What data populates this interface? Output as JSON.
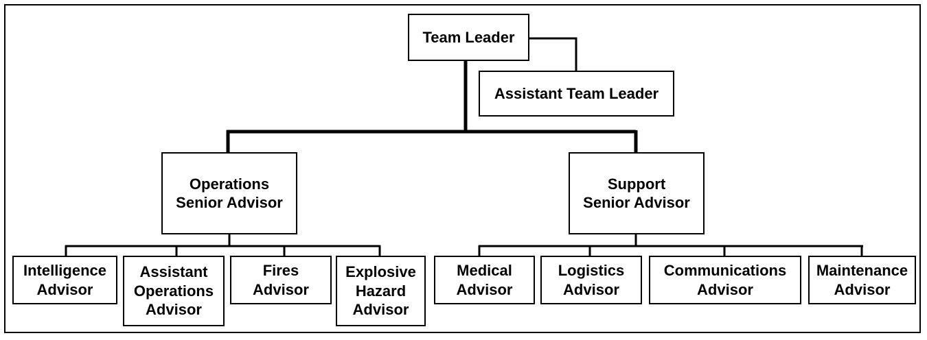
{
  "org_chart": {
    "team_leader": "Team Leader",
    "assistant_team_leader": "Assistant Team Leader",
    "operations_senior_advisor": "Operations\nSenior Advisor",
    "support_senior_advisor": "Support\nSenior Advisor",
    "operations_advisors": [
      "Intelligence\nAdvisor",
      "Assistant\nOperations\nAdvisor",
      "Fires\nAdvisor",
      "Explosive\nHazard\nAdvisor"
    ],
    "support_advisors": [
      "Medical\nAdvisor",
      "Logistics\nAdvisor",
      "Communications\nAdvisor",
      "Maintenance\nAdvisor"
    ]
  }
}
